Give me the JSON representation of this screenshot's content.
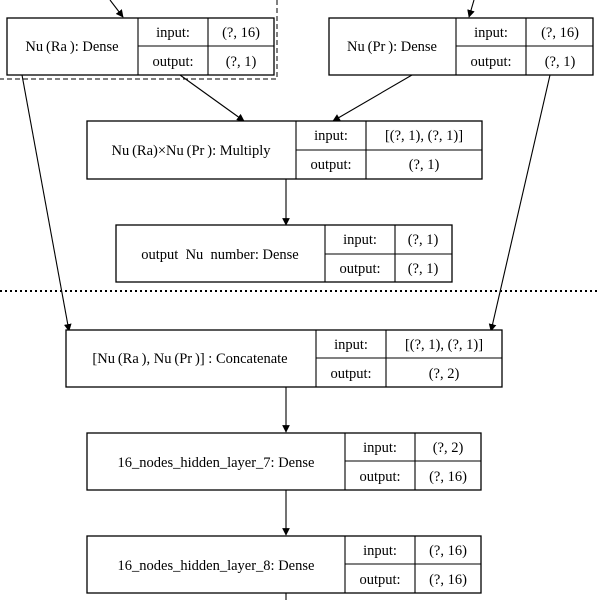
{
  "diagram": {
    "nodes": [
      {
        "id": "nu_ra",
        "title": "Nu (Ra ): Dense",
        "input_label": "input:",
        "input": "(?, 16)",
        "output_label": "output:",
        "output": "(?, 1)"
      },
      {
        "id": "nu_pr",
        "title": "Nu (Pr ): Dense",
        "input_label": "input:",
        "input": "(?, 16)",
        "output_label": "output:",
        "output": "(?, 1)"
      },
      {
        "id": "multiply",
        "title": "Nu (Ra)×Nu (Pr ): Multiply",
        "input_label": "input:",
        "input": "[(?, 1), (?, 1)]",
        "output_label": "output:",
        "output": "(?, 1)"
      },
      {
        "id": "output_nu",
        "title": "output  Nu  number: Dense",
        "input_label": "input:",
        "input": "(?, 1)",
        "output_label": "output:",
        "output": "(?, 1)"
      },
      {
        "id": "concat",
        "title": "[Nu (Ra ), Nu (Pr )] : Concatenate",
        "input_label": "input:",
        "input": "[(?, 1), (?, 1)]",
        "output_label": "output:",
        "output": "(?, 2)"
      },
      {
        "id": "hidden7",
        "title": "16_nodes_hidden_layer_7: Dense",
        "input_label": "input:",
        "input": "(?, 2)",
        "output_label": "output:",
        "output": "(?, 16)"
      },
      {
        "id": "hidden8",
        "title": "16_nodes_hidden_layer_8: Dense",
        "input_label": "input:",
        "input": "(?, 16)",
        "output_label": "output:",
        "output": "(?, 16)"
      }
    ],
    "edges": [
      {
        "from": "incoming",
        "to": "nu_ra"
      },
      {
        "from": "incoming",
        "to": "nu_pr"
      },
      {
        "from": "nu_ra",
        "to": "multiply"
      },
      {
        "from": "nu_pr",
        "to": "multiply"
      },
      {
        "from": "multiply",
        "to": "output_nu"
      },
      {
        "from": "nu_ra",
        "to": "concat"
      },
      {
        "from": "nu_pr",
        "to": "concat"
      },
      {
        "from": "concat",
        "to": "hidden7"
      },
      {
        "from": "hidden7",
        "to": "hidden8"
      },
      {
        "from": "hidden8",
        "to": "outgoing"
      }
    ]
  }
}
